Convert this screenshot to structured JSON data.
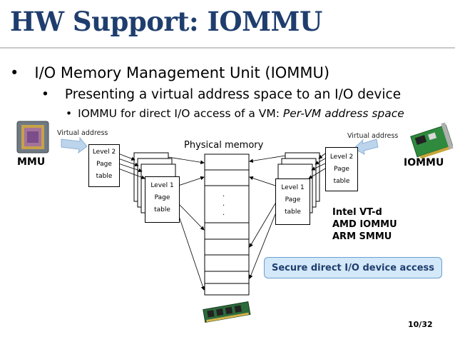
{
  "slide": {
    "title": "HW Support: IOMMU",
    "bullet1": "I/O Memory Management Unit (IOMMU)",
    "bullet2": "Presenting a virtual address space to an I/O device",
    "bullet3_prefix": "IOMMU for direct I/O access of a VM: ",
    "bullet3_italic": "Per-VM address space",
    "page_number": "10/32"
  },
  "diagram": {
    "physical_memory_label": "Physical memory",
    "memory_ellipsis": [
      ".",
      ".",
      "."
    ],
    "left": {
      "side_label": "MMU",
      "virtual_address_label": "Virtual address",
      "level2_label": [
        "Level 2",
        "Page",
        "table"
      ],
      "level1_label": [
        "Level 1",
        "Page",
        "table"
      ]
    },
    "right": {
      "side_label": "IOMMU",
      "virtual_address_label": "Virtual address",
      "level2_label": [
        "Level 2",
        "Page",
        "table"
      ],
      "level1_label": [
        "Level 1",
        "Page",
        "table"
      ]
    },
    "technologies": [
      "Intel VT-d",
      "AMD IOMMU",
      "ARM SMMU"
    ],
    "callout": "Secure direct I/O device access"
  },
  "icons": [
    "cpu-chip-icon",
    "network-card-icon",
    "ram-module-icon"
  ],
  "colors": {
    "title": "#1f3e6e",
    "arrow": "#bcd4ec",
    "callout_bg": "#d3e8f8"
  }
}
